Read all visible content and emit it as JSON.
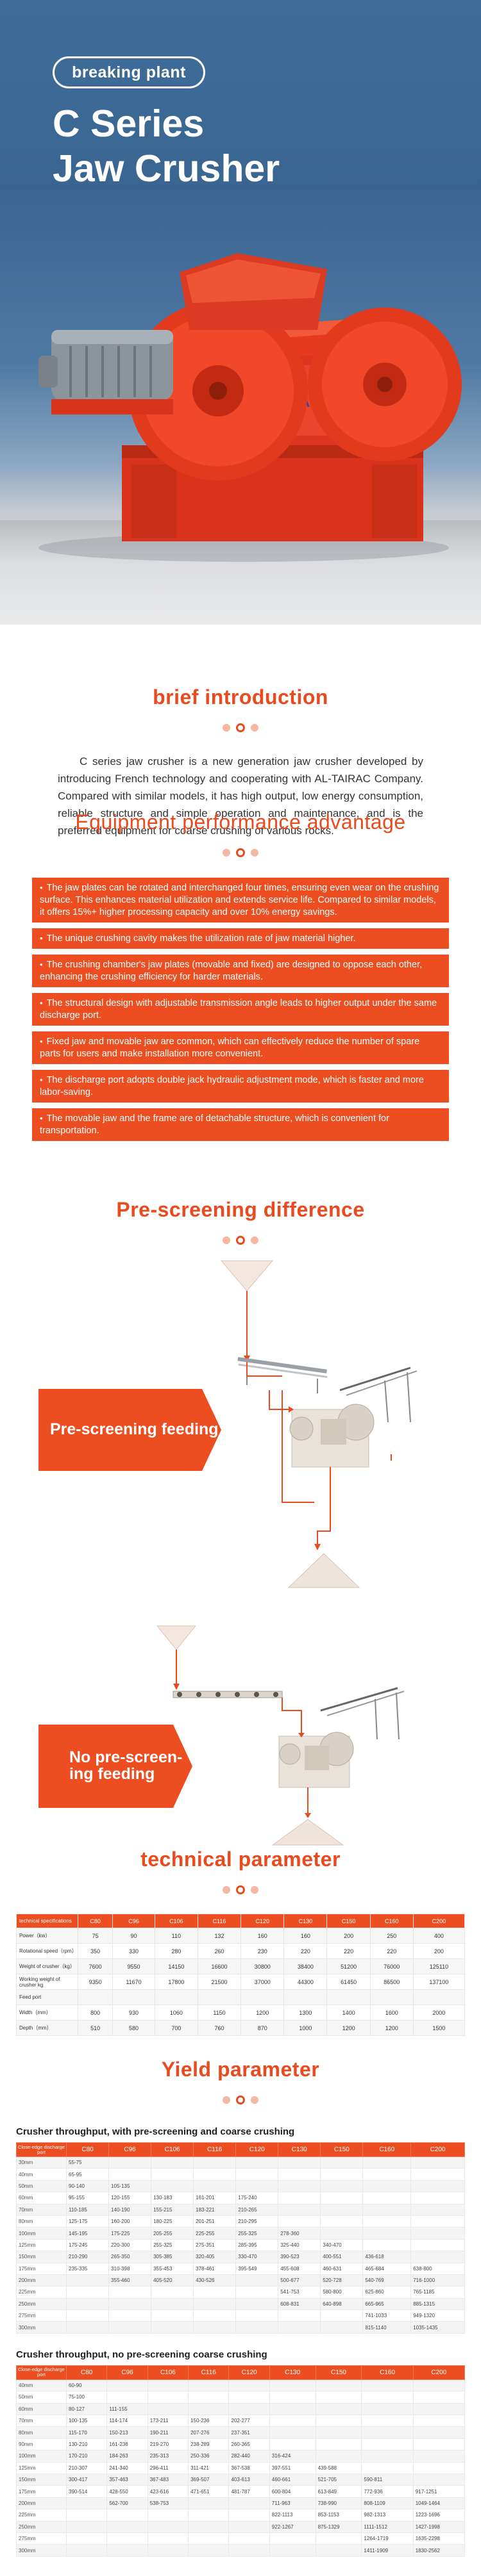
{
  "hero": {
    "badge": "breaking plant",
    "title_line1": "C Series",
    "title_line2": "Jaw Crusher",
    "brand_text": "AL-TAIRAC"
  },
  "brief": {
    "title": "brief introduction",
    "text": "C series jaw crusher is a new generation jaw crusher developed by introducing French technology and cooperating with AL-TAIRAC Company. Compared with similar models, it has high output, low energy consumption, reliable structure and simple operation and maintenance, and is the preferred equipment for coarse crushing of various rocks."
  },
  "advantage": {
    "title": "Equipment performance advantage",
    "items": [
      "The jaw plates can be rotated and interchanged four times, ensuring even wear on the crushing surface. This enhances material utilization and extends service life. Compared to similar models, it offers 15%+ higher processing capacity and over 10% energy savings.",
      "The unique crushing cavity makes the utilization rate of jaw material higher.",
      "The crushing chamber's jaw plates (movable and fixed) are designed to oppose each other, enhancing the crushing efficiency for harder materials.",
      "The structural design with adjustable transmission angle leads to higher output under the same discharge port.",
      "Fixed jaw and movable jaw are common, which can effectively reduce the number of spare parts for users and make installation more convenient.",
      "The discharge port adopts double jack hydraulic adjustment mode, which is faster and more labor-saving.",
      "The movable jaw and the frame are of detachable structure, which is convenient for transportation."
    ]
  },
  "prescreen": {
    "title": "Pre-screening difference",
    "label_with": "Pre-screening feeding",
    "label_without_1": "No pre-screen-",
    "label_without_2": "ing feeding"
  },
  "tech": {
    "title": "technical parameter",
    "headers": [
      "technical specifications",
      "C80",
      "C96",
      "C106",
      "C116",
      "C120",
      "C130",
      "C150",
      "C160",
      "C200"
    ],
    "rows": [
      [
        "Power（kw）",
        "75",
        "90",
        "110",
        "132",
        "160",
        "160",
        "200",
        "250",
        "400"
      ],
      [
        "Rotational speed（rpm）",
        "350",
        "330",
        "280",
        "260",
        "230",
        "220",
        "220",
        "220",
        "200"
      ],
      [
        "Weight of crusher（kg）",
        "7600",
        "9550",
        "14150",
        "16600",
        "30800",
        "38400",
        "51200",
        "76000",
        "125110"
      ],
      [
        "Working weight of crusher kg",
        "9350",
        "11670",
        "17800",
        "21500",
        "37000",
        "44300",
        "61450",
        "86500",
        "137100"
      ],
      [
        "Feed port",
        "",
        "",
        "",
        "",
        "",
        "",
        "",
        "",
        ""
      ],
      [
        "Width（mm）",
        "800",
        "930",
        "1060",
        "1150",
        "1200",
        "1300",
        "1400",
        "1600",
        "2000"
      ],
      [
        "Depth（mm）",
        "510",
        "580",
        "700",
        "760",
        "870",
        "1000",
        "1200",
        "1200",
        "1500"
      ]
    ]
  },
  "yield": {
    "title": "Yield parameter",
    "table1_title": "Crusher throughput, with pre-screening and coarse crushing",
    "table2_title": "Crusher throughput, no pre-screening coarse crushing",
    "corner_label": "Close-edge discharge port",
    "cols": [
      "C80",
      "C96",
      "C106",
      "C116",
      "C120",
      "C130",
      "C150",
      "C160",
      "C200"
    ],
    "table1": [
      [
        "30mm",
        "55-75",
        "",
        "",
        "",
        "",
        "",
        "",
        "",
        ""
      ],
      [
        "40mm",
        "65-95",
        "",
        "",
        "",
        "",
        "",
        "",
        "",
        ""
      ],
      [
        "50mm",
        "90-140",
        "105-135",
        "",
        "",
        "",
        "",
        "",
        "",
        ""
      ],
      [
        "60mm",
        "95-155",
        "120-155",
        "130-183",
        "161-201",
        "175-240",
        "",
        "",
        "",
        ""
      ],
      [
        "70mm",
        "110-185",
        "140-190",
        "155-215",
        "183-221",
        "210-265",
        "",
        "",
        "",
        ""
      ],
      [
        "80mm",
        "125-175",
        "160-200",
        "180-225",
        "201-251",
        "210-295",
        "",
        "",
        "",
        ""
      ],
      [
        "100mm",
        "145-195",
        "175-225",
        "205-255",
        "225-255",
        "255-325",
        "278-360",
        "",
        "",
        ""
      ],
      [
        "125mm",
        "175-245",
        "220-300",
        "255-325",
        "275-351",
        "285-395",
        "325-440",
        "340-470",
        "",
        ""
      ],
      [
        "150mm",
        "210-290",
        "265-350",
        "305-385",
        "320-405",
        "330-470",
        "390-523",
        "400-551",
        "436-618",
        ""
      ],
      [
        "175mm",
        "235-335",
        "310-398",
        "355-453",
        "378-461",
        "395-549",
        "455-608",
        "460-631",
        "465-684",
        "638-800"
      ],
      [
        "200mm",
        "",
        "355-460",
        "405-520",
        "430-526",
        "",
        "500-677",
        "520-728",
        "540-769",
        "716-1000"
      ],
      [
        "225mm",
        "",
        "",
        "",
        "",
        "",
        "541-753",
        "580-800",
        "625-860",
        "765-1185"
      ],
      [
        "250mm",
        "",
        "",
        "",
        "",
        "",
        "608-831",
        "640-898",
        "665-965",
        "885-1315"
      ],
      [
        "275mm",
        "",
        "",
        "",
        "",
        "",
        "",
        "",
        "741-1033",
        "949-1320"
      ],
      [
        "300mm",
        "",
        "",
        "",
        "",
        "",
        "",
        "",
        "815-1140",
        "1035-1435"
      ]
    ],
    "table2": [
      [
        "40mm",
        "60-90",
        "",
        "",
        "",
        "",
        "",
        "",
        "",
        ""
      ],
      [
        "50mm",
        "75-100",
        "",
        "",
        "",
        "",
        "",
        "",
        "",
        ""
      ],
      [
        "60mm",
        "80-127",
        "111-155",
        "",
        "",
        "",
        "",
        "",
        "",
        ""
      ],
      [
        "70mm",
        "100-135",
        "114-174",
        "173-211",
        "150-236",
        "202-277",
        "",
        "",
        "",
        ""
      ],
      [
        "80mm",
        "115-170",
        "150-213",
        "190-211",
        "207-276",
        "237-351",
        "",
        "",
        "",
        ""
      ],
      [
        "90mm",
        "130-210",
        "161-236",
        "219-270",
        "238-289",
        "260-365",
        "",
        "",
        "",
        ""
      ],
      [
        "100mm",
        "170-210",
        "184-263",
        "235-313",
        "250-336",
        "282-440",
        "316-424",
        "",
        "",
        ""
      ],
      [
        "125mm",
        "210-307",
        "241-340",
        "296-411",
        "311-421",
        "367-538",
        "397-551",
        "439-588",
        "",
        ""
      ],
      [
        "150mm",
        "300-417",
        "357-463",
        "367-483",
        "369-507",
        "403-613",
        "460-661",
        "521-705",
        "590-811",
        ""
      ],
      [
        "175mm",
        "390-514",
        "428-550",
        "423-616",
        "471-651",
        "481-787",
        "600-804",
        "613-849",
        "772-936",
        "917-1251"
      ],
      [
        "200mm",
        "",
        "562-700",
        "538-753",
        "",
        "",
        "711-963",
        "738-990",
        "808-1109",
        "1049-1464"
      ],
      [
        "225mm",
        "",
        "",
        "",
        "",
        "",
        "822-1113",
        "853-1153",
        "982-1313",
        "1223-1696"
      ],
      [
        "250mm",
        "",
        "",
        "",
        "",
        "",
        "922-1267",
        "875-1329",
        "1111-1512",
        "1427-1998"
      ],
      [
        "275mm",
        "",
        "",
        "",
        "",
        "",
        "",
        "",
        "1264-1719",
        "1635-2298"
      ],
      [
        "300mm",
        "",
        "",
        "",
        "",
        "",
        "",
        "",
        "1411-1909",
        "1830-2562"
      ]
    ]
  },
  "colors": {
    "accent": "#ec4e21",
    "accent_dark": "#c23a14",
    "hero_blue": "#3f6d9a"
  }
}
